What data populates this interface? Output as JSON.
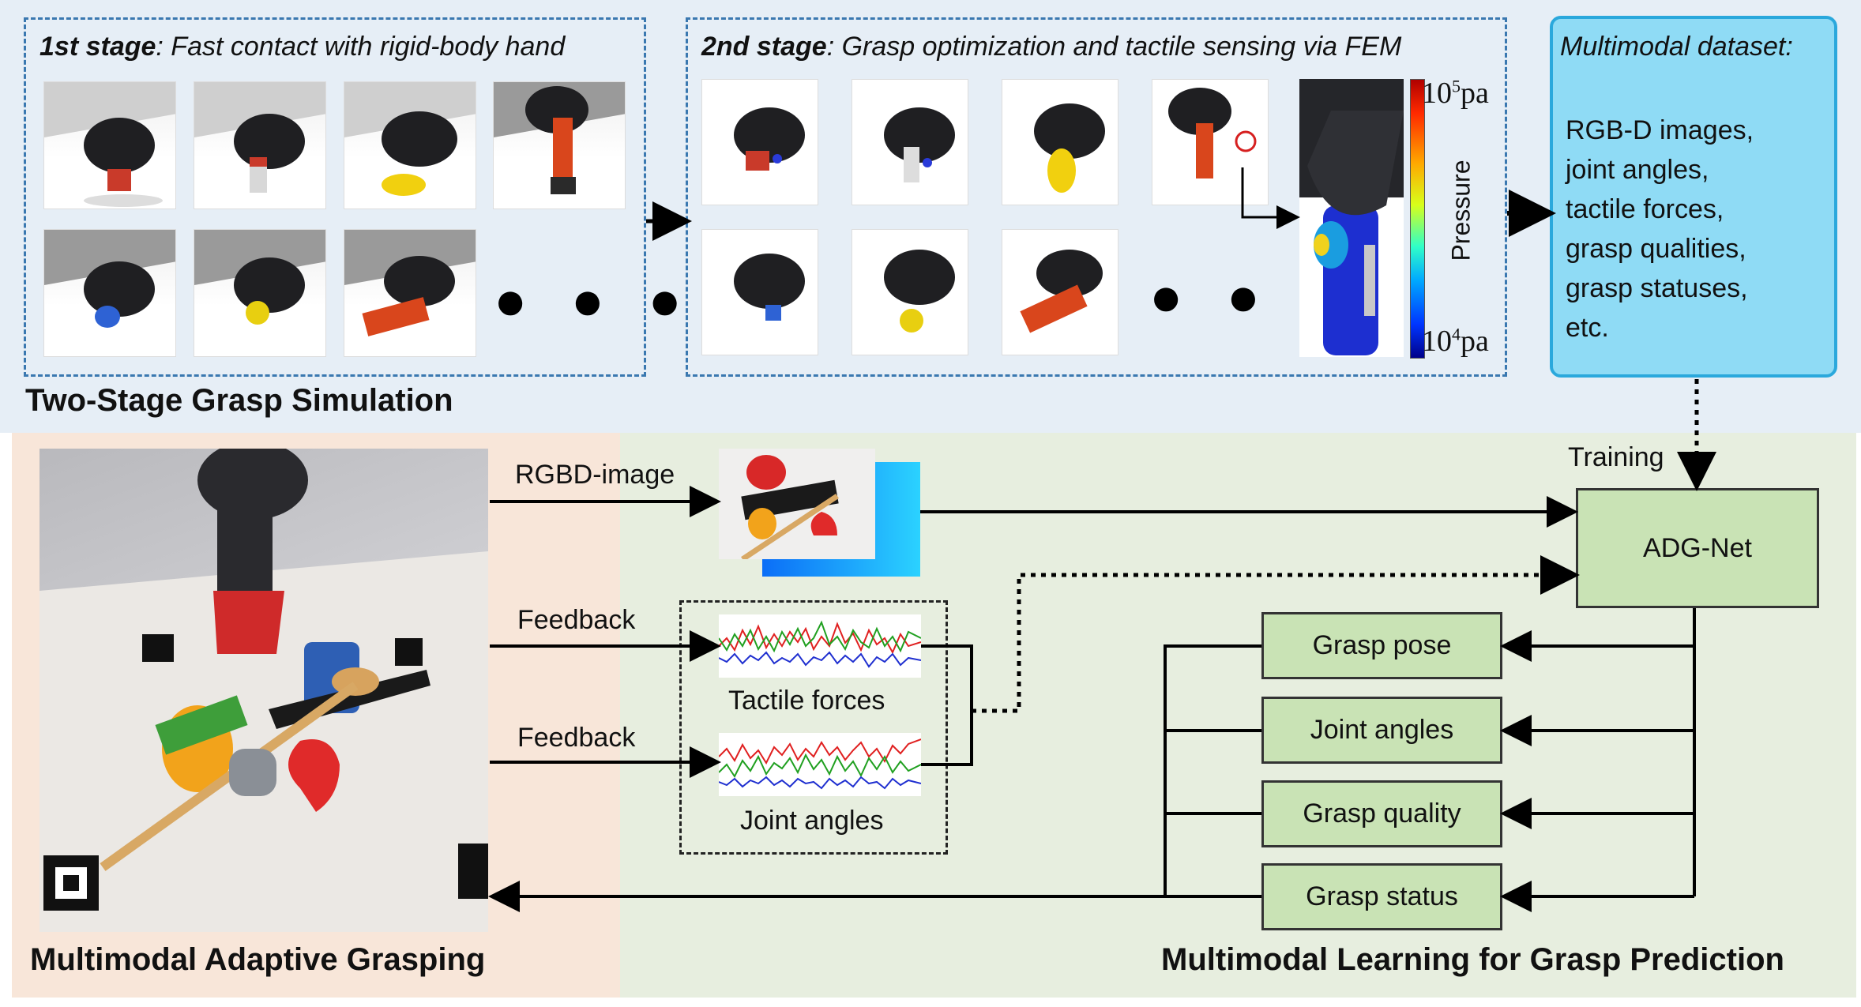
{
  "top_section": {
    "title": "Two-Stage Grasp Simulation",
    "stage1": {
      "bold": "1st stage",
      "text": ": Fast contact with rigid-body hand"
    },
    "stage2": {
      "bold": "2nd stage",
      "text": ": Grasp optimization and tactile sensing via FEM"
    },
    "colorbar": {
      "max_base": "10",
      "max_exp": "5",
      "min_base": "10",
      "min_exp": "4",
      "unit": "pa",
      "label": "Pressure"
    },
    "ellipsis": "● ● ●"
  },
  "dataset": {
    "title": "Multimodal dataset:",
    "items": [
      "RGB-D images,",
      "joint angles,",
      "tactile forces,",
      "grasp qualities,",
      "grasp statuses,",
      "etc."
    ]
  },
  "bottom_left": {
    "title": "Multimodal Adaptive Grasping"
  },
  "bottom_right": {
    "title": "Multimodal Learning for Grasp Prediction",
    "training_label": "Training",
    "network": "ADG-Net",
    "rgbd_label": "RGBD-image",
    "feedback1": "Feedback",
    "feedback2": "Feedback",
    "tactile_label": "Tactile forces",
    "joint_label": "Joint angles",
    "outputs": [
      "Grasp pose",
      "Joint angles",
      "Grasp quality",
      "Grasp status"
    ]
  },
  "colors": {
    "dash_blue": "#3a78b0",
    "dataset_fill": "#8fdbf5",
    "green_box": "#c9e3b5",
    "panel_top": "#e6eef6",
    "panel_left": "#f8e6d9",
    "panel_right": "#e7eedf"
  }
}
